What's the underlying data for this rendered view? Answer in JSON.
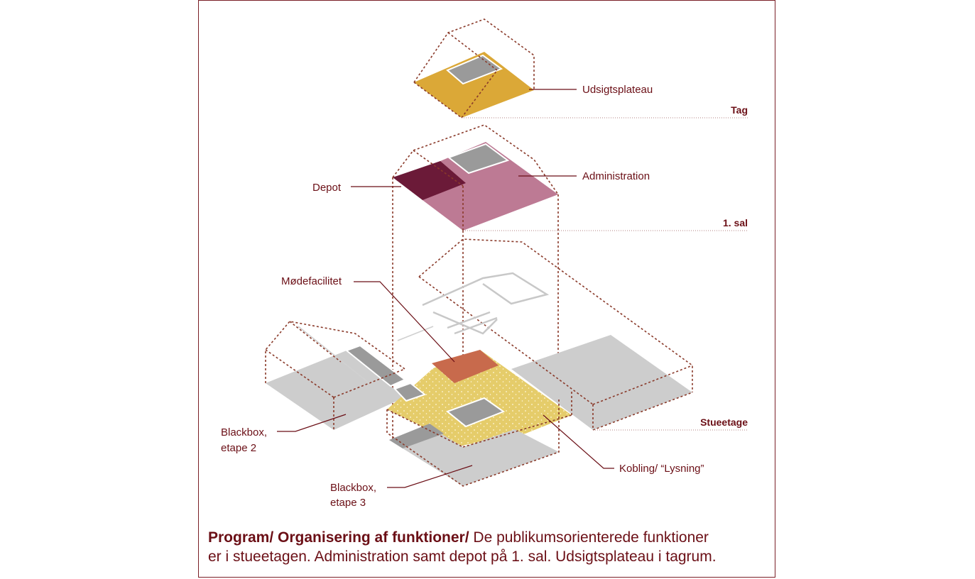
{
  "labels": {
    "udsigtsplateau": "Udsigtsplateau",
    "depot": "Depot",
    "administration": "Administration",
    "modefacilitet": "Mødefacilitet",
    "blackbox2_line1": "Blackbox,",
    "blackbox2_line2": "etape 2",
    "blackbox3_line1": "Blackbox,",
    "blackbox3_line2": "etape 3",
    "kobling": "Kobling/ “Lysning”"
  },
  "levels": {
    "tag": "Tag",
    "first_floor": "1. sal",
    "ground": "Stueetage"
  },
  "caption": {
    "bold": "Program/ Organisering af funktioner/",
    "line1_rest": " De publikumsorienterede funktioner",
    "line2": "er i stueetagen. Administration samt depot på 1. sal. Udsigtsplateau i tagrum."
  },
  "colors": {
    "frame": "#7a1f26",
    "dashed_outline": "#8a3a2a",
    "udsigtsplateau": "#dba837",
    "administration": "#bd7a94",
    "depot": "#6b1a38",
    "modefacilitet": "#c86a4c",
    "kobling": "#e7cf6f",
    "blackbox": "#cdcdcd",
    "void": "#9a9a9a"
  }
}
